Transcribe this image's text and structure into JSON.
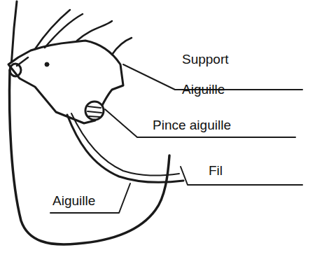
{
  "diagram": {
    "labels": [
      "Support Aiguille",
      "Pince aiguille",
      "Fil",
      "Aiguille"
    ]
  }
}
